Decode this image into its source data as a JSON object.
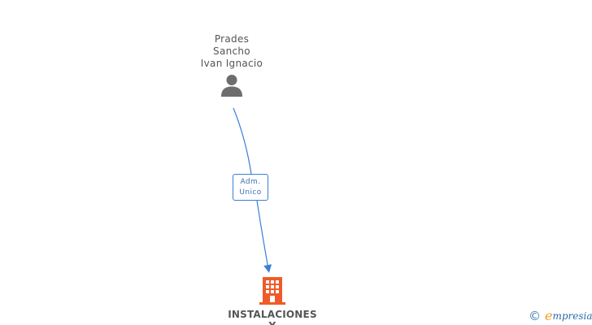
{
  "person": {
    "name_lines": [
      "Prades",
      "Sancho",
      "Ivan Ignacio"
    ],
    "icon": "person-icon"
  },
  "edge": {
    "label_lines": [
      "Adm.",
      "Unico"
    ],
    "color": "#3a7fd5"
  },
  "company": {
    "name": "INSTALACIONES\nY",
    "icon": "building-icon",
    "color": "#f05a28"
  },
  "brand": {
    "copyright_symbol": "©",
    "logo_letter": "e",
    "name": "mpresia"
  }
}
